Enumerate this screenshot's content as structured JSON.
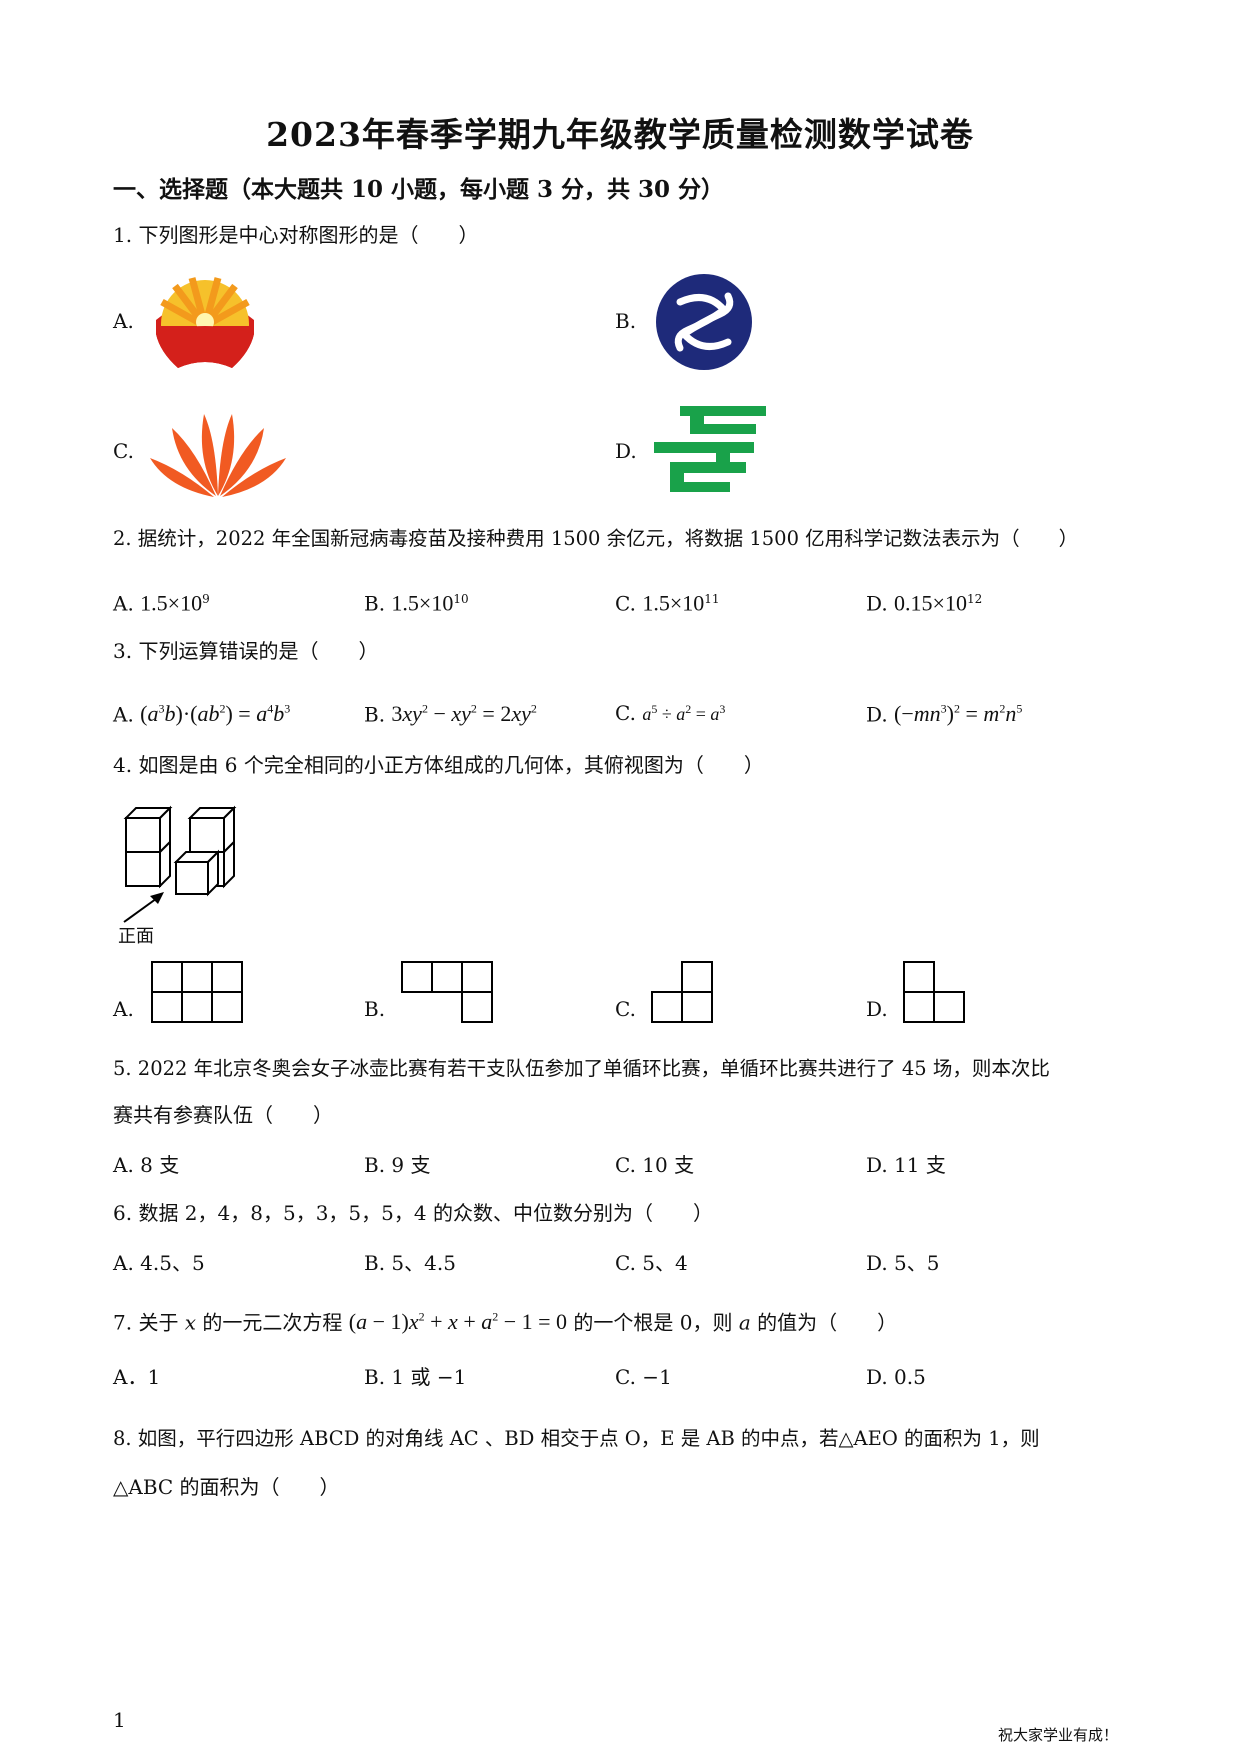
{
  "title": "2023年春季学期九年级教学质量检测数学试卷",
  "section1": "一、选择题（本大题共 10 小题，每小题 3 分，共 30 分）",
  "q1": {
    "stem": "1. 下列图形是中心对称图形的是（　　）",
    "A": "A.",
    "B": "B.",
    "C": "C.",
    "D": "D."
  },
  "q2": {
    "stem": "2. 据统计，2022 年全国新冠病毒疫苗及接种费用 1500 余亿元，将数据 1500 亿用科学记数法表示为（　　）",
    "A": {
      "label": "A.",
      "base": "1.5×10",
      "exp": "9"
    },
    "B": {
      "label": "B.",
      "base": "1.5×10",
      "exp": "10"
    },
    "C": {
      "label": "C.",
      "base": "1.5×10",
      "exp": "11"
    },
    "D": {
      "label": "D.",
      "base": "0.15×10",
      "exp": "12"
    }
  },
  "q3": {
    "stem": "3. 下列运算错误的是（　　）",
    "A": "A.",
    "B": "B.",
    "C": "C.",
    "D": "D."
  },
  "q4": {
    "stem": "4. 如图是由 6 个完全相同的小正方体组成的几何体，其俯视图为（　　）",
    "front": "正面",
    "A": "A.",
    "B": "B.",
    "C": "C.",
    "D": "D."
  },
  "q5": {
    "stem1": "5. 2022 年北京冬奥会女子冰壶比赛有若干支队伍参加了单循环比赛，单循环比赛共进行了 45 场，则本次比",
    "stem2": "赛共有参赛队伍（　　）",
    "A": "A. 8 支",
    "B": "B. 9 支",
    "C": "C. 10 支",
    "D": "D. 11 支"
  },
  "q6": {
    "stem": "6. 数据 2，4，8，5，3，5，5，4 的众数、中位数分别为（　　）",
    "A": "A. 4.5、5",
    "B": "B. 5、4.5",
    "C": "C. 5、4",
    "D": "D. 5、5"
  },
  "q7": {
    "stem_pre": "7. 关于 ",
    "stem_x": "x",
    "stem_mid": " 的一元二次方程 ",
    "stem_post": " 的一个根是 0，则 ",
    "stem_a": "a",
    "stem_end": " 的值为（　　）",
    "A": "A．1",
    "B": "B. 1 或 −1",
    "C": "C.  −1",
    "D": "D. 0.5"
  },
  "q8": {
    "stem1": "8. 如图，平行四边形 ABCD 的对角线 AC 、BD 相交于点 O，E 是 AB 的中点，若△AEO 的面积为 1，则",
    "stem2": "△ABC 的面积为（　　）"
  },
  "footer": {
    "page": "1",
    "slogan": "祝大家学业有成！"
  }
}
